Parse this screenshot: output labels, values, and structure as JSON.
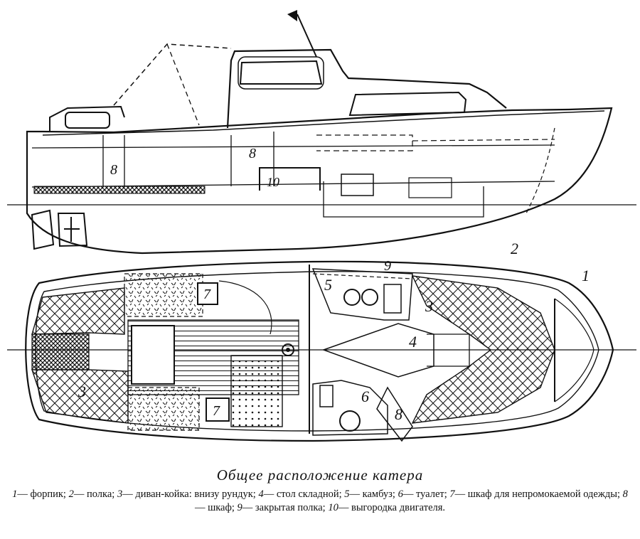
{
  "caption": {
    "title": "Общее расположение катера",
    "legend": [
      {
        "num": "1",
        "text": "— форпик;"
      },
      {
        "num": "2",
        "text": "— полка;"
      },
      {
        "num": "3",
        "text": "— диван-койка: внизу рундук;"
      },
      {
        "num": "4",
        "text": "— стол складной;"
      },
      {
        "num": "5",
        "text": "— камбуз;"
      },
      {
        "num": "6",
        "text": "— туалет;"
      },
      {
        "num": "7",
        "text": "— шкаф для непромокаемой одежды;"
      },
      {
        "num": "8",
        "text": "— шкаф;"
      },
      {
        "num": "9",
        "text": "— закрытая полка;"
      },
      {
        "num": "10",
        "text": "— выгородка двигателя."
      }
    ]
  },
  "profile_labels": {
    "cabinet_aft": "8",
    "cabinet_mid": "8",
    "engine": "10"
  },
  "plan_labels": {
    "forepeak": "1",
    "shelf": "2",
    "berth_fwd": "3",
    "berth_aft": "3",
    "table": "4",
    "galley": "5",
    "toilet": "6",
    "locker_top": "7",
    "locker_bottom": "7",
    "cabinet": "8",
    "closed_shelf": "9"
  }
}
